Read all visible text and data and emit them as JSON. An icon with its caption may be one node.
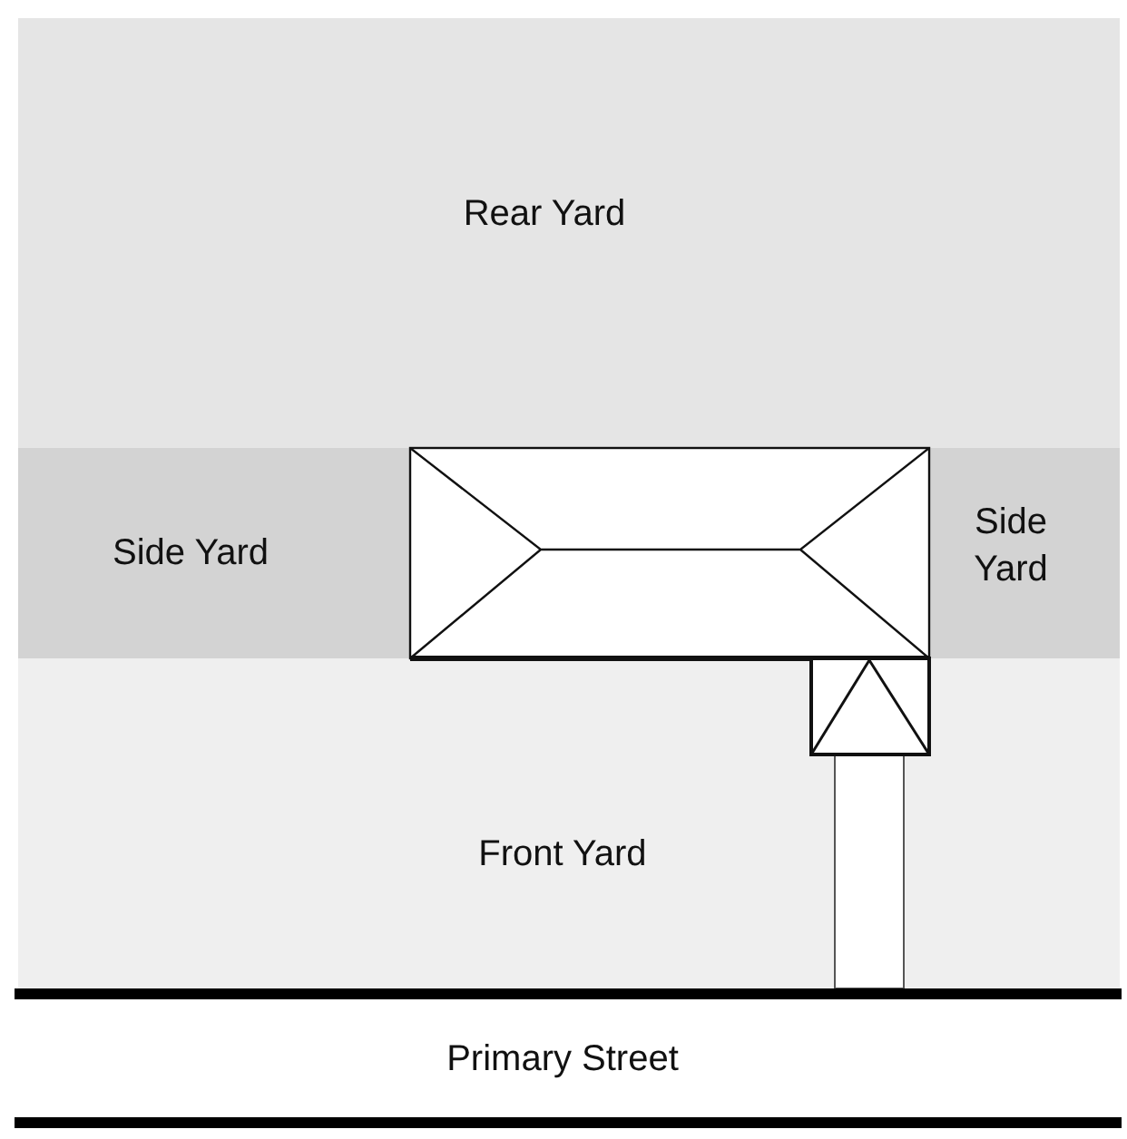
{
  "diagram": {
    "nodes": [
      {
        "text": [
          "Rear Yard"
        ]
      },
      {
        "text": [
          "Side Yard"
        ]
      },
      {
        "text": [
          "Side Yard"
        ]
      },
      {
        "text": [
          "Front Yard"
        ]
      }
    ],
    "labels": [
      "Primary Street"
    ]
  }
}
